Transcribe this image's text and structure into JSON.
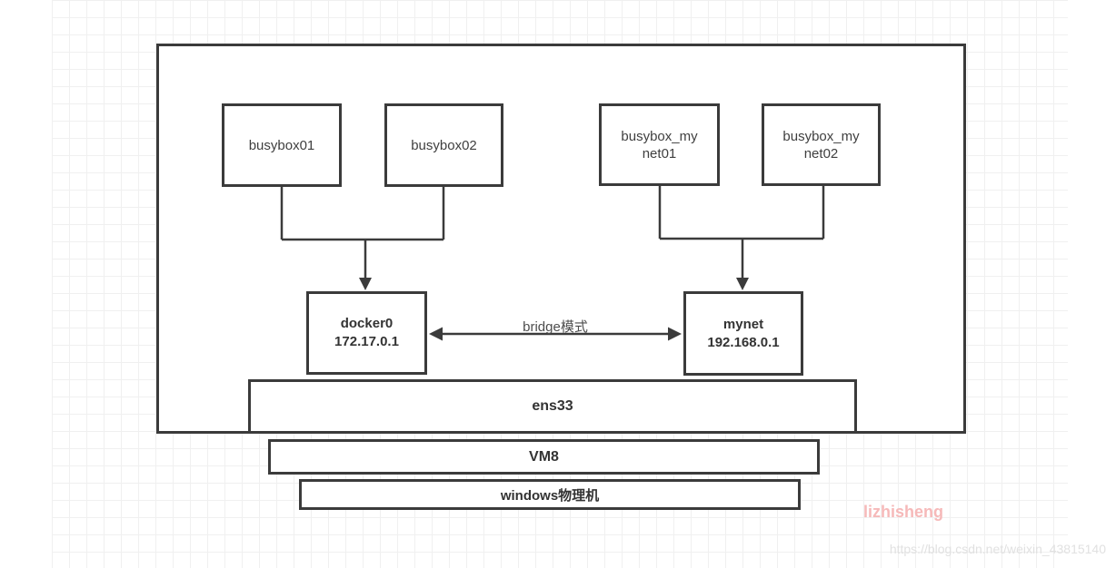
{
  "colors": {
    "border": "#3b3b3b",
    "grid_line": "#f0f0f0",
    "background": "#ffffff",
    "text": "#383838",
    "watermark_name_color": "#f6b9b9",
    "watermark_url_color": "#e1e1e1"
  },
  "diagram": {
    "container_nodes": [
      {
        "label": "busybox01"
      },
      {
        "label": "busybox02"
      },
      {
        "label": "busybox_my\nnet01"
      },
      {
        "label": "busybox_my\nnet02"
      }
    ],
    "bridge_nodes": [
      {
        "name": "docker0",
        "ip": "172.17.0.1"
      },
      {
        "name": "mynet",
        "ip": "192.168.0.1"
      }
    ],
    "edge_label": "bridge模式",
    "host_layers": [
      {
        "label": "ens33"
      },
      {
        "label": "VM8"
      },
      {
        "label": "windows物理机"
      }
    ]
  },
  "watermark": {
    "name": "lizhisheng",
    "url": "https://blog.csdn.net/weixin_43815140"
  }
}
